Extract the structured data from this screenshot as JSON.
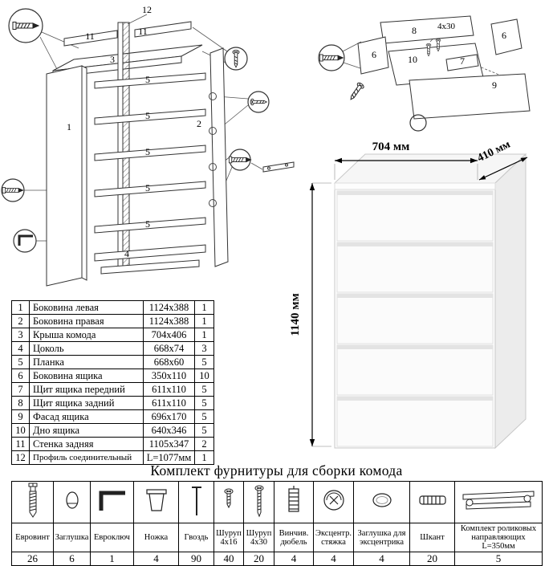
{
  "title": {
    "hardware_kit": "Комплект фурнитуры для сборки комода"
  },
  "render": {
    "width_label": "704 мм",
    "depth_label": "410 мм",
    "height_label": "1140 мм"
  },
  "exploded_view": {
    "labels": {
      "p1": "1",
      "p2": "2",
      "p3": "3",
      "p4": "4",
      "p5a": "5",
      "p5b": "5",
      "p5c": "5",
      "p5d": "5",
      "p5e": "5",
      "p11a": "11",
      "p11b": "11",
      "p12": "12"
    }
  },
  "drawer_view": {
    "labels": {
      "p6a": "6",
      "p6b": "6",
      "p7": "7",
      "p8": "8",
      "p9": "9",
      "p10": "10",
      "screw_size": "4x30"
    }
  },
  "parts_table": {
    "rows": [
      {
        "num": "1",
        "name": "Боковина левая",
        "size": "1124x388",
        "qty": "1"
      },
      {
        "num": "2",
        "name": "Боковина правая",
        "size": "1124x388",
        "qty": "1"
      },
      {
        "num": "3",
        "name": "Крыша комода",
        "size": "704x406",
        "qty": "1"
      },
      {
        "num": "4",
        "name": "Цоколь",
        "size": "668x74",
        "qty": "3"
      },
      {
        "num": "5",
        "name": "Планка",
        "size": "668x60",
        "qty": "5"
      },
      {
        "num": "6",
        "name": "Боковина ящика",
        "size": "350x110",
        "qty": "10"
      },
      {
        "num": "7",
        "name": "Щит ящика передний",
        "size": "611x110",
        "qty": "5"
      },
      {
        "num": "8",
        "name": "Щит ящика задний",
        "size": "611x110",
        "qty": "5"
      },
      {
        "num": "9",
        "name": "Фасад ящика",
        "size": "696x170",
        "qty": "5"
      },
      {
        "num": "10",
        "name": "Дно ящика",
        "size": "640x346",
        "qty": "5"
      },
      {
        "num": "11",
        "name": "Стенка задняя",
        "size": "1105x347",
        "qty": "2"
      },
      {
        "num": "12",
        "name": "Профиль соединительный",
        "size": "L=1077мм",
        "qty": "1"
      }
    ]
  },
  "hardware_table": {
    "items": [
      {
        "name": "Евровинт",
        "qty": "26"
      },
      {
        "name": "Заглушка",
        "qty": "6"
      },
      {
        "name": "Евроключ",
        "qty": "1"
      },
      {
        "name": "Ножка",
        "qty": "4"
      },
      {
        "name": "Гвоздь",
        "qty": "90"
      },
      {
        "name": "Шуруп 4x16",
        "qty": "40"
      },
      {
        "name": "Шуруп 4x30",
        "qty": "20"
      },
      {
        "name": "Винчив. дюбель",
        "qty": "4"
      },
      {
        "name": "Эксцентр. стяжка",
        "qty": "4"
      },
      {
        "name": "Заглушка для эксцентрика",
        "qty": "4"
      },
      {
        "name": "Шкант",
        "qty": "20"
      },
      {
        "name": "Комплект роликовых направляющих L=350мм",
        "qty": "5"
      }
    ]
  }
}
